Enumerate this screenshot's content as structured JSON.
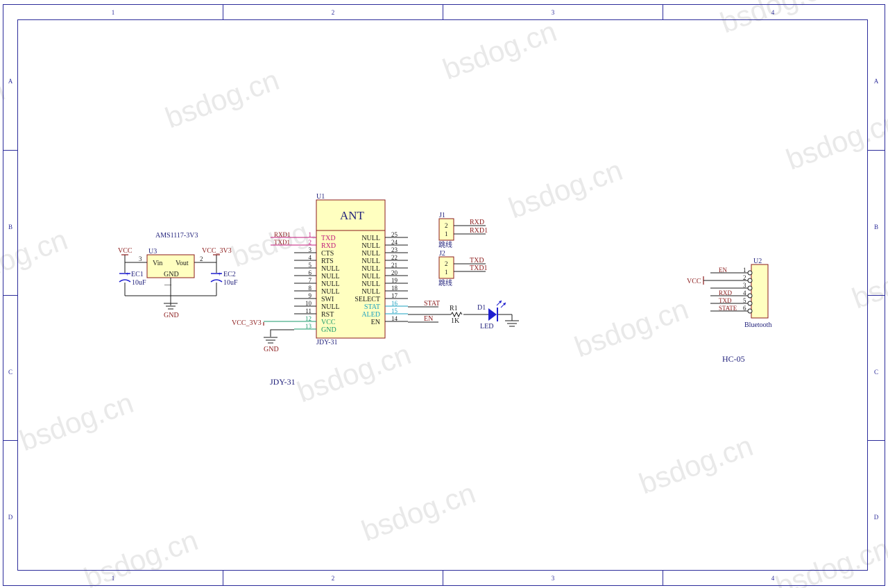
{
  "watermarks": [
    "bsdog.cn",
    "bsdog.cn",
    "bsdog.cn",
    "bsdog.cn",
    "bsdog.cn",
    "bsdog.cn",
    "bsdog.cn",
    "bsdog.cn",
    "bsdog.cn",
    "bsdog.cn",
    "bsdog.cn",
    "bsdog.cn",
    "bsdog.cn",
    "bsdog.cn",
    "bsdog.cn",
    "bsdog.cn"
  ],
  "frame": {
    "columns": [
      "1",
      "2",
      "3",
      "4"
    ],
    "rows": [
      "A",
      "B",
      "C",
      "D"
    ]
  },
  "regulator": {
    "part": "AMS1117-3V3",
    "ref": "U3",
    "pin_in_num": "3",
    "pin_out_num": "2",
    "pin_in": "Vin",
    "pin_out": "Vout",
    "pin_gnd": "GND",
    "gnd_mark": "—",
    "vcc": "VCC",
    "vcc3v3": "VCC_3V3",
    "gnd": "GND",
    "ec1": {
      "ref": "EC1",
      "value": "10uF",
      "plus": "+"
    },
    "ec2": {
      "ref": "EC2",
      "value": "10uF",
      "plus": "+"
    }
  },
  "u1": {
    "ref": "U1",
    "title": "ANT",
    "part": "JDY-31",
    "left_pins": [
      {
        "num": "1",
        "name": "TXD",
        "net": "RXD1"
      },
      {
        "num": "2",
        "name": "RXD",
        "net": "TXD1"
      },
      {
        "num": "3",
        "name": "CTS",
        "net": ""
      },
      {
        "num": "4",
        "name": "RTS",
        "net": ""
      },
      {
        "num": "5",
        "name": "NULL",
        "net": ""
      },
      {
        "num": "6",
        "name": "NULL",
        "net": ""
      },
      {
        "num": "7",
        "name": "NULL",
        "net": ""
      },
      {
        "num": "8",
        "name": "NULL",
        "net": ""
      },
      {
        "num": "9",
        "name": "SWI",
        "net": ""
      },
      {
        "num": "10",
        "name": "NULL",
        "net": ""
      },
      {
        "num": "11",
        "name": "RST",
        "net": ""
      },
      {
        "num": "12",
        "name": "VCC",
        "net": "VCC_3V3"
      },
      {
        "num": "13",
        "name": "GND",
        "net": ""
      }
    ],
    "right_pins": [
      {
        "num": "25",
        "name": "NULL"
      },
      {
        "num": "24",
        "name": "NULL"
      },
      {
        "num": "23",
        "name": "NULL"
      },
      {
        "num": "22",
        "name": "NULL"
      },
      {
        "num": "21",
        "name": "NULL"
      },
      {
        "num": "20",
        "name": "NULL"
      },
      {
        "num": "19",
        "name": "NULL"
      },
      {
        "num": "18",
        "name": "NULL"
      },
      {
        "num": "17",
        "name": "SELECT"
      },
      {
        "num": "16",
        "name": "STAT"
      },
      {
        "num": "15",
        "name": "ALED"
      },
      {
        "num": "14",
        "name": "EN"
      }
    ],
    "gnd": "GND",
    "caption": "JDY-31"
  },
  "net_labels": {
    "stat": "STAT",
    "en": "EN"
  },
  "r1": {
    "ref": "R1",
    "value": "1K"
  },
  "d1": {
    "ref": "D1",
    "value": "LED"
  },
  "j1": {
    "ref": "J1",
    "pins": [
      "2",
      "1"
    ],
    "nets": [
      "RXD",
      "RXD1"
    ],
    "label": "跳线"
  },
  "j2": {
    "ref": "J2",
    "pins": [
      "2",
      "1"
    ],
    "nets": [
      "TXD",
      "TXD1"
    ],
    "label": "跳线"
  },
  "u2": {
    "ref": "U2",
    "part": "Bluetooth",
    "caption": "HC-05",
    "vcc": "VCC",
    "pins": [
      {
        "num": "1",
        "net": "EN"
      },
      {
        "num": "2",
        "net": ""
      },
      {
        "num": "3",
        "net": ""
      },
      {
        "num": "4",
        "net": "RXD"
      },
      {
        "num": "5",
        "net": "TXD"
      },
      {
        "num": "6",
        "net": "STATE"
      }
    ]
  },
  "colors": {
    "frame": "#2b2b9a",
    "chip_fill": "#ffffc0",
    "chip_border": "#8b1a1a",
    "wire": "#1a1a1a",
    "magenta_pin": "#c0187a",
    "cyan_pin": "#1aa0c0",
    "green_pin": "#1a9a6a",
    "net_red": "#8b1a1a",
    "blue": "#1f1fcf",
    "watermark": "#e9e9e9"
  }
}
